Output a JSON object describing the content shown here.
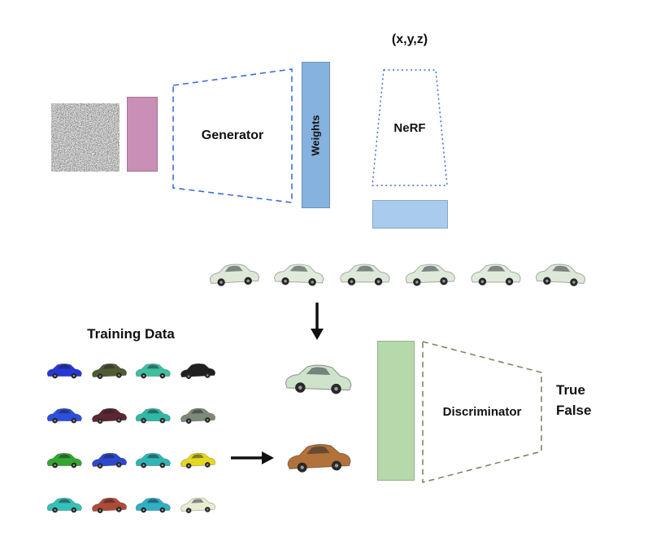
{
  "labels": {
    "coords": "(x,y,z)",
    "generator": "Generator",
    "weights": "Weights",
    "nerf": "NeRF",
    "training_data": "Training Data",
    "discriminator": "Discriminator",
    "true": "True",
    "false": "False"
  },
  "colors": {
    "generator_outline": "#3a6fd8",
    "nerf_outline": "#3a6fd8",
    "discriminator_outline": "#8b8063",
    "pink_block": "#c98fb6",
    "weights_block": "#85b2df",
    "nerf_output_block": "#a9cbee",
    "discriminator_input_block": "#b5d9aa",
    "arrow": "#111111"
  },
  "rendered_cars": [
    {
      "color": "#dde8d8",
      "pose": "rear-left"
    },
    {
      "color": "#e0ebdc",
      "pose": "front-left"
    },
    {
      "color": "#dde8d8",
      "pose": "front"
    },
    {
      "color": "#dfe9da",
      "pose": "front-right"
    },
    {
      "color": "#e1ebdd",
      "pose": "side"
    },
    {
      "color": "#dde8d8",
      "pose": "rear-right"
    }
  ],
  "training_grid": [
    [
      "#2636d6",
      "#4f5c33",
      "#3fbf9f",
      "#20201f"
    ],
    [
      "#2c4fe0",
      "#5c2633",
      "#2fb9a6",
      "#7d8a79"
    ],
    [
      "#33a62e",
      "#2c48cf",
      "#2fb5b5",
      "#e6d71f"
    ],
    [
      "#35c1b8",
      "#b04a36",
      "#2fb0c4",
      "#e9edd0"
    ]
  ],
  "generated_samples": [
    {
      "color": "#cfe2cb",
      "pose": "front-left"
    },
    {
      "color": "#b3723a",
      "pose": "rear-left"
    }
  ]
}
